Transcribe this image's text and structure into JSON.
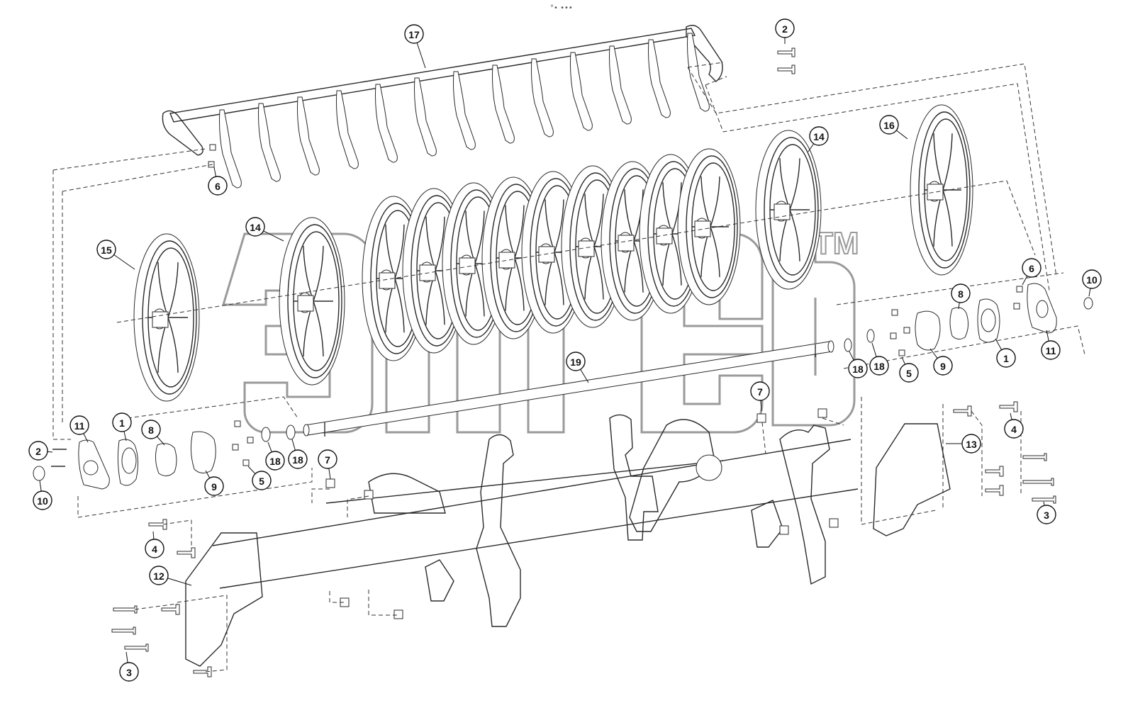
{
  "callouts": [
    {
      "id": "c17a",
      "label": "17"
    },
    {
      "id": "c2a",
      "label": "2"
    },
    {
      "id": "c6a",
      "label": "6"
    },
    {
      "id": "c16",
      "label": "16"
    },
    {
      "id": "c14a",
      "label": "14"
    },
    {
      "id": "c14b",
      "label": "14"
    },
    {
      "id": "c15",
      "label": "15"
    },
    {
      "id": "c6b",
      "label": "6"
    },
    {
      "id": "c10a",
      "label": "10"
    },
    {
      "id": "c8a",
      "label": "8"
    },
    {
      "id": "c1a",
      "label": "1"
    },
    {
      "id": "c11a",
      "label": "11"
    },
    {
      "id": "c18a",
      "label": "18"
    },
    {
      "id": "c18b",
      "label": "18"
    },
    {
      "id": "c5a",
      "label": "5"
    },
    {
      "id": "c9a",
      "label": "9"
    },
    {
      "id": "c19",
      "label": "19"
    },
    {
      "id": "c7a",
      "label": "7"
    },
    {
      "id": "c4a",
      "label": "4"
    },
    {
      "id": "c13",
      "label": "13"
    },
    {
      "id": "c3a",
      "label": "3"
    },
    {
      "id": "c11b",
      "label": "11"
    },
    {
      "id": "c1b",
      "label": "1"
    },
    {
      "id": "c8b",
      "label": "8"
    },
    {
      "id": "c2b",
      "label": "2"
    },
    {
      "id": "c10b",
      "label": "10"
    },
    {
      "id": "c9b",
      "label": "9"
    },
    {
      "id": "c5b",
      "label": "5"
    },
    {
      "id": "c18c",
      "label": "18"
    },
    {
      "id": "c18d",
      "label": "18"
    },
    {
      "id": "c7b",
      "label": "7"
    },
    {
      "id": "c4b",
      "label": "4"
    },
    {
      "id": "c12",
      "label": "12"
    },
    {
      "id": "c3b",
      "label": "3"
    }
  ],
  "watermark": {
    "text": "TM"
  },
  "header_mark": "°• •••"
}
